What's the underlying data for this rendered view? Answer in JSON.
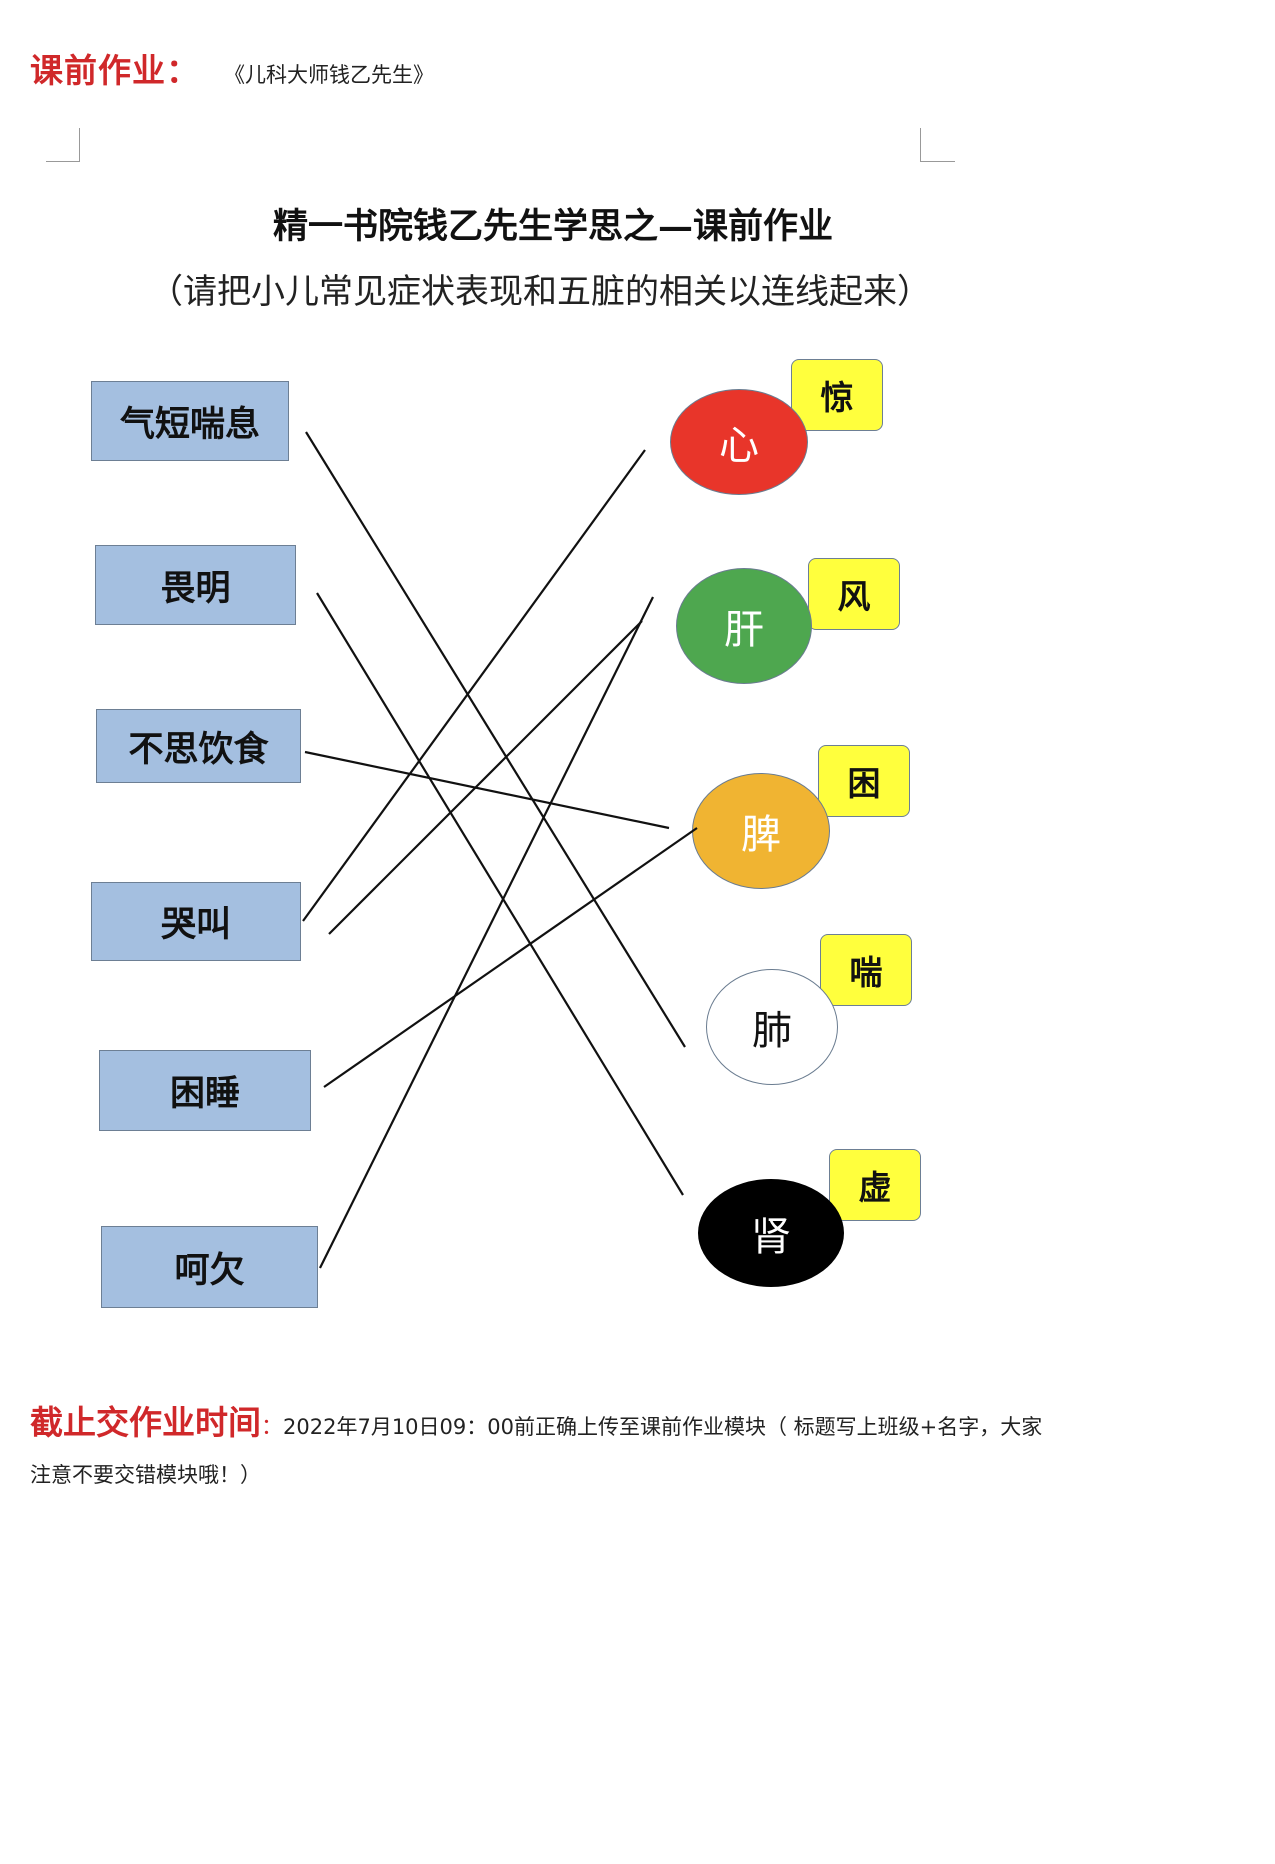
{
  "header": {
    "label": "课前作业：",
    "book": "《儿科大师钱乙先生》"
  },
  "worksheet": {
    "title": "精一书院钱乙先生学思之—课前作业",
    "subtitle": "（请把小儿常见症状表现和五脏的相关以连线起来）",
    "symptoms": [
      "气短喘息",
      "畏明",
      "不思饮食",
      "哭叫",
      "困睡",
      "呵欠"
    ],
    "organs": [
      {
        "name": "心",
        "tag": "惊",
        "color": "#e8352a",
        "text_color": "#ffffff"
      },
      {
        "name": "肝",
        "tag": "风",
        "color": "#4ea74f",
        "text_color": "#ffffff"
      },
      {
        "name": "脾",
        "tag": "困",
        "color": "#f0b432",
        "text_color": "#ffffff"
      },
      {
        "name": "肺",
        "tag": "喘",
        "color": "#ffffff",
        "text_color": "#111111"
      },
      {
        "name": "肾",
        "tag": "虚",
        "color": "#000000",
        "text_color": "#ffffff"
      }
    ]
  },
  "footer": {
    "label": "截止交作业时间",
    "colon": "：",
    "text": "2022年7月10日09：00前正确上传至课前作业模块（ 标题写上班级+名字，大家注意不要交错模块哦！）"
  }
}
